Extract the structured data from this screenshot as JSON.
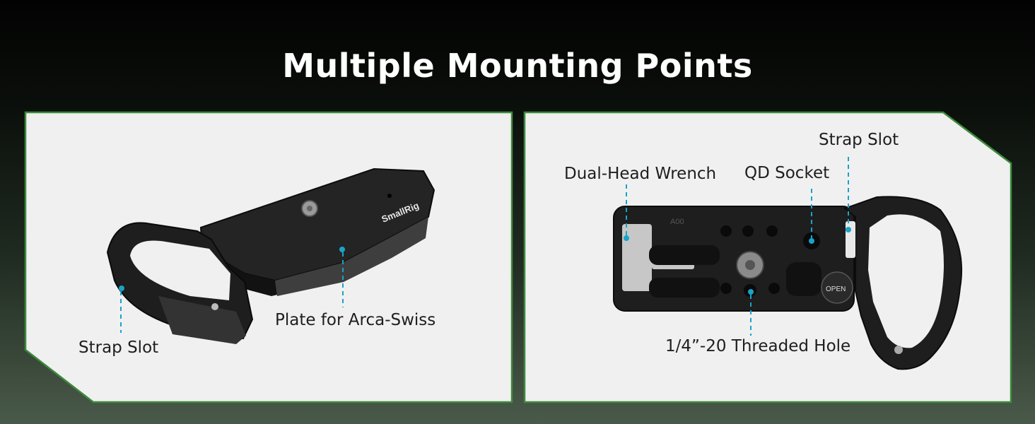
{
  "title": "Multiple Mounting Points",
  "colors": {
    "panel_bg": "#f0f0f0",
    "panel_border": "#3c8a3c",
    "leader": "#1aa3c9",
    "product": "#1a1a1a"
  },
  "left_panel": {
    "brand": "SmallRig",
    "labels": {
      "strap_slot": "Strap Slot",
      "arca_plate": "Plate for Arca-Swiss"
    }
  },
  "right_panel": {
    "engraving": "A00",
    "latch_text": "OPEN",
    "labels": {
      "strap_slot": "Strap Slot",
      "dual_head_wrench": "Dual-Head Wrench",
      "qd_socket": "QD Socket",
      "threaded_hole": "1/4”-20 Threaded Hole"
    }
  }
}
